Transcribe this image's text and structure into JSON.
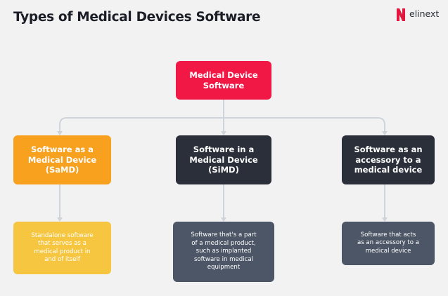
{
  "header": {
    "title": "Types of Medical Devices Software",
    "brand_name": "elinext",
    "brand_color": "#e3173f"
  },
  "diagram": {
    "root": {
      "label": "Medical Device\nSoftware",
      "color": "#f21845"
    },
    "categories": [
      {
        "title": "Software as a\nMedical Device\n(SaMD)",
        "title_color": "#f8a11e",
        "description": "Standalone software\nthat serves as a\nmedical product in\nand of itself",
        "description_color": "#f7c641"
      },
      {
        "title": "Software in a\nMedical Device\n(SiMD)",
        "title_color": "#2a2f3a",
        "description": "Software that's a part\nof a medical product,\nsuch as implanted\nsoftware in medical\nequipment",
        "description_color": "#4c5666"
      },
      {
        "title": "Software as an\naccessory to a\nmedical device",
        "title_color": "#2a2f3a",
        "description": "Software that acts\nas an accessory to a\nmedical device",
        "description_color": "#4c5666"
      }
    ],
    "connector_color": "#cfd3da"
  }
}
